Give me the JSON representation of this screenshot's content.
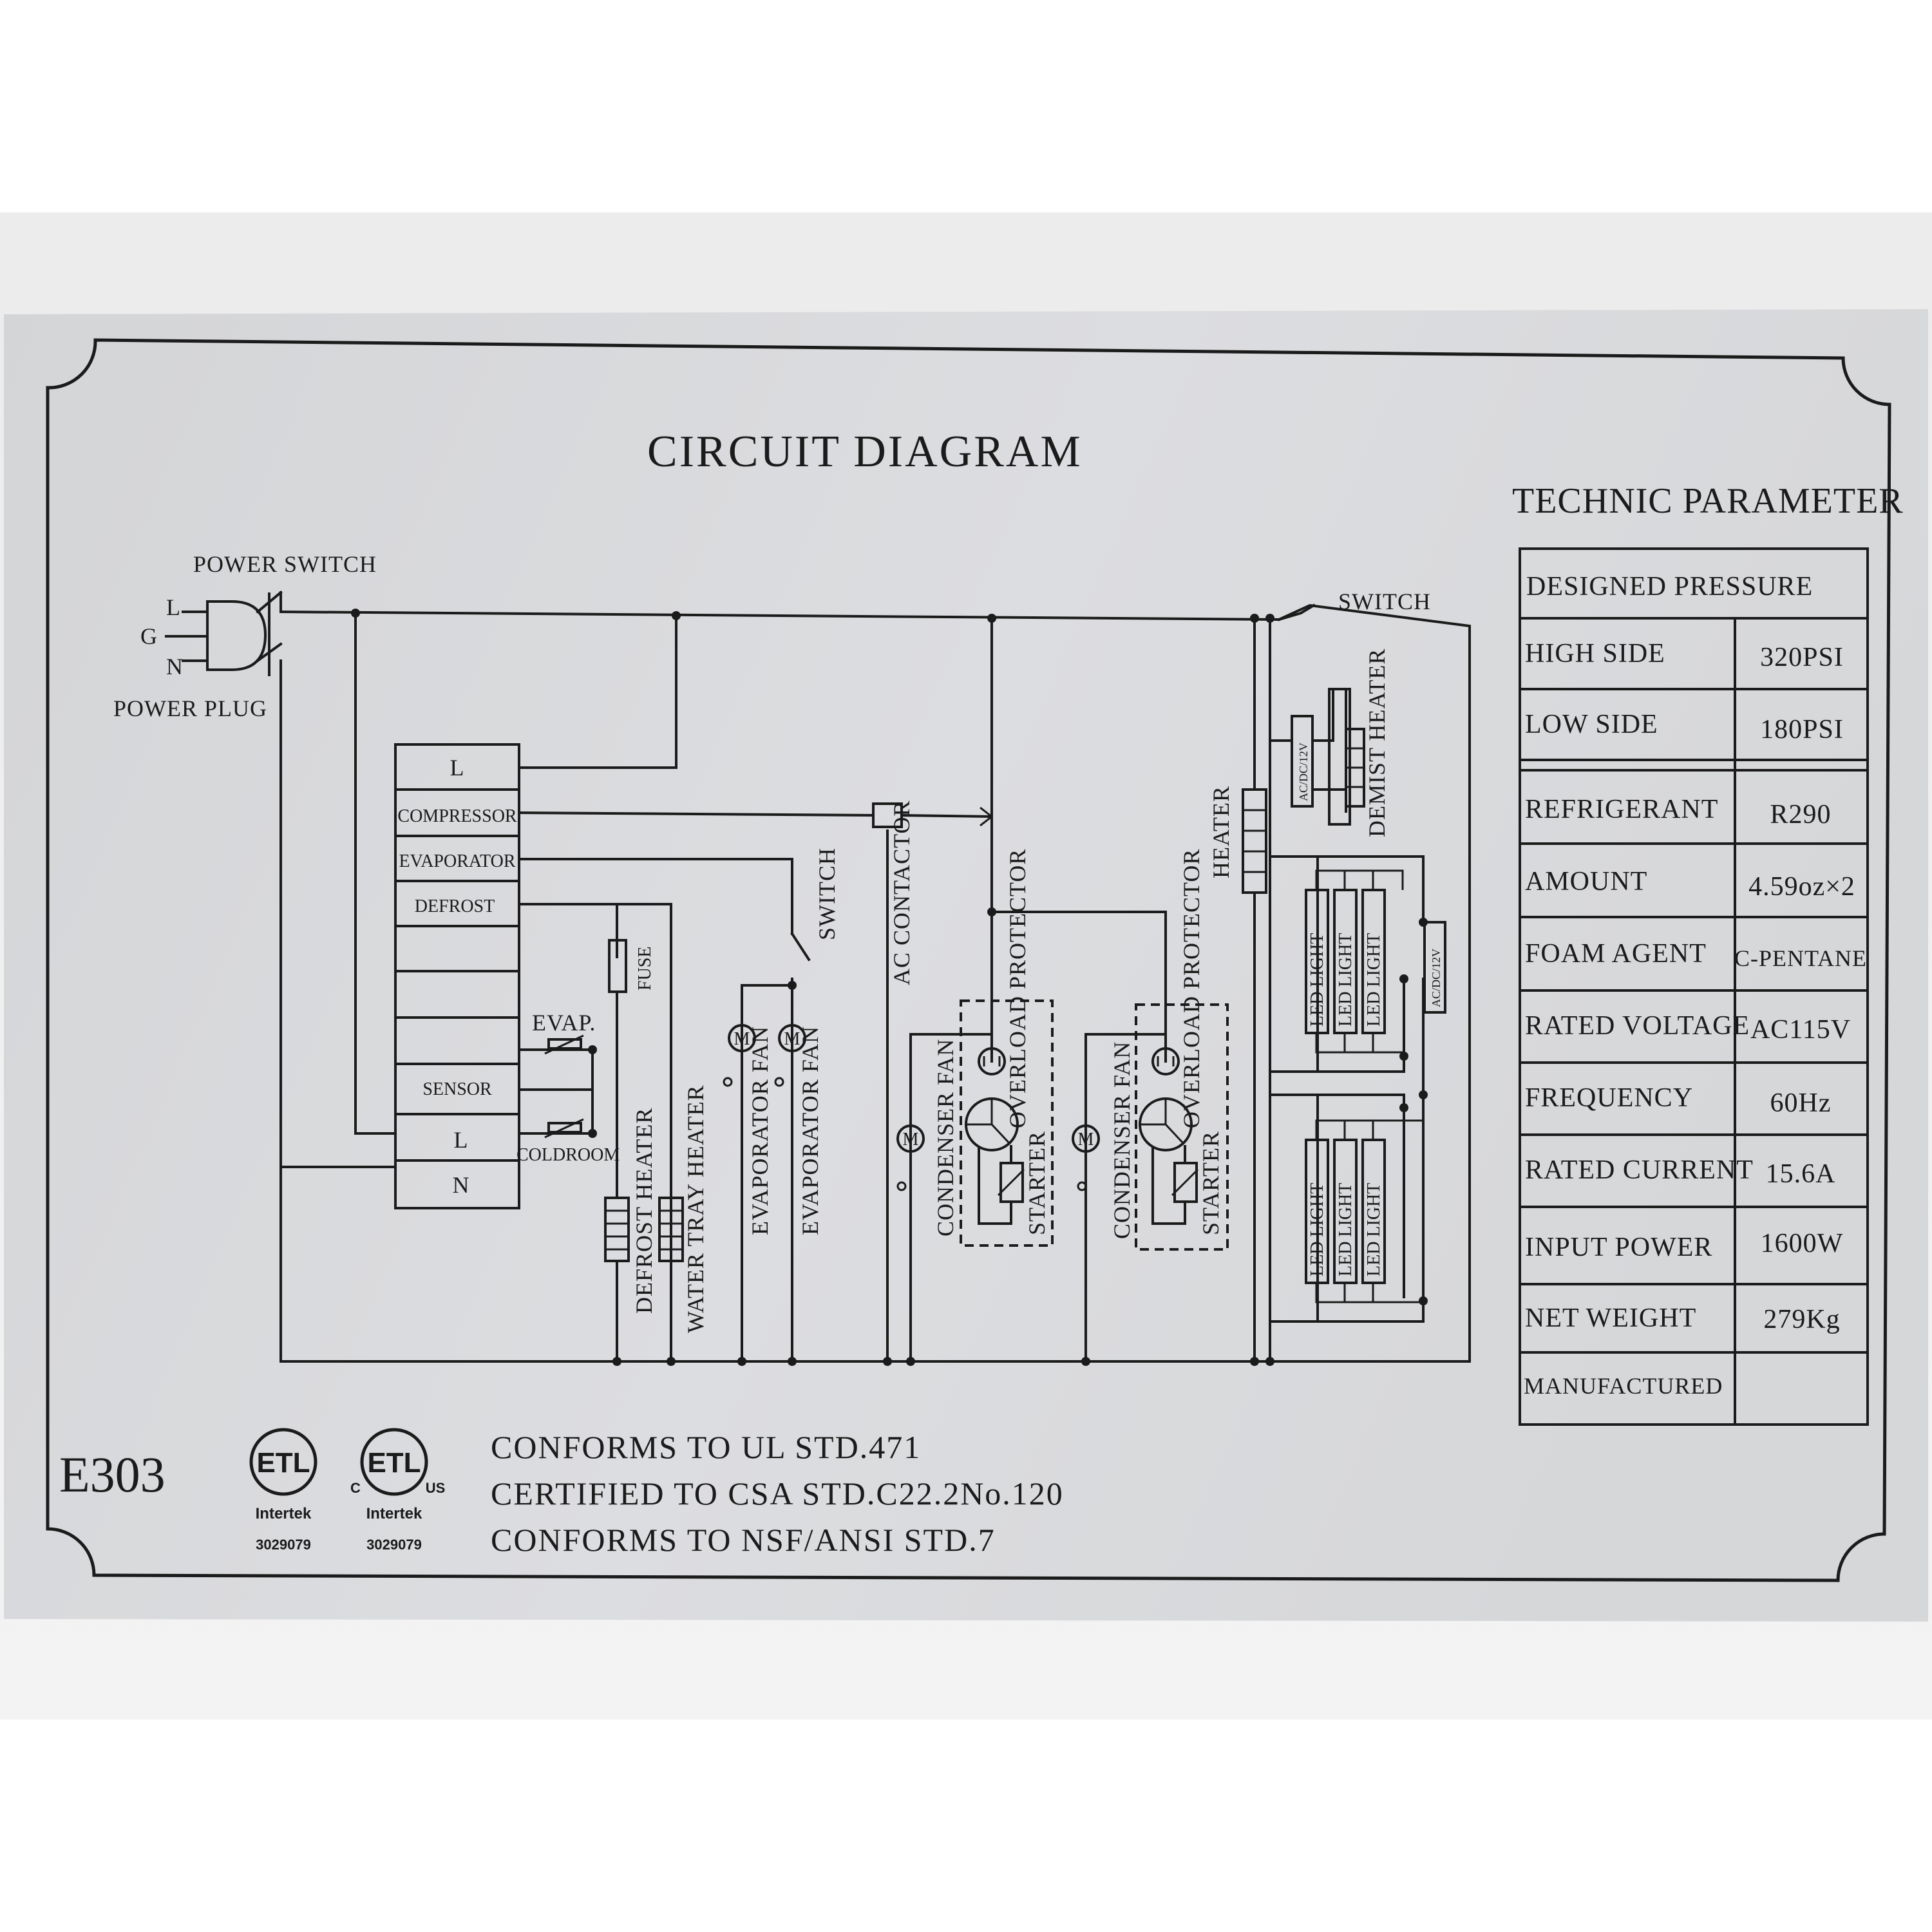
{
  "title": "CIRCUIT DIAGRAM",
  "model_code": "E303",
  "labels": {
    "power_switch": "POWER SWITCH",
    "power_plug": "POWER PLUG",
    "line": "L",
    "ground": "G",
    "neutral": "N",
    "switch_top": "SWITCH",
    "switch_evap": "SWITCH",
    "fuse": "FUSE",
    "ac_contactor": "AC CONTACTOR",
    "heater": "HEATER",
    "demist_heater": "DEMIST HEATER",
    "driver": "AC/DC/12V",
    "evap_sensor": "EVAP.",
    "coldroom_sensor": "COLDROOM",
    "defrost_heater": "DEFROST HEATER",
    "water_tray_heater": "WATER TRAY HEATER",
    "evaporator_fan": "EVAPORATOR FAN",
    "condenser_fan": "CONDENSER FAN",
    "overload_protector": "OVERLOAD PROTECTOR",
    "starter": "STARTER",
    "led_light": "LED LIGHT",
    "motor": "M"
  },
  "controller": {
    "rows": [
      "L",
      "COMPRESSOR",
      "EVAPORATOR",
      "DEFROST",
      "",
      "",
      "",
      "SENSOR",
      "L",
      "N"
    ]
  },
  "parameters": {
    "title": "TECHNIC PARAMETER",
    "rows": [
      {
        "label": "DESIGNED PRESSURE",
        "value": ""
      },
      {
        "label": "HIGH SIDE",
        "value": "320PSI"
      },
      {
        "label": "LOW SIDE",
        "value": "180PSI"
      },
      {
        "label": "REFRIGERANT",
        "value": "R290"
      },
      {
        "label": "AMOUNT",
        "value": "4.59oz×2"
      },
      {
        "label": "FOAM AGENT",
        "value": "C-PENTANE"
      },
      {
        "label": "RATED VOLTAGE",
        "value": "AC115V"
      },
      {
        "label": "FREQUENCY",
        "value": "60Hz"
      },
      {
        "label": "RATED CURRENT",
        "value": "15.6A"
      },
      {
        "label": "INPUT POWER",
        "value": "1600W"
      },
      {
        "label": "NET WEIGHT",
        "value": "279Kg"
      },
      {
        "label": "MANUFACTURED",
        "value": ""
      }
    ]
  },
  "certifications": {
    "lines": [
      "CONFORMS TO UL STD.471",
      "CERTIFIED TO CSA STD.C22.2No.120",
      "CONFORMS TO NSF/ANSI STD.7"
    ],
    "marks": [
      {
        "letters": "ETL",
        "company": "Intertek",
        "number": "3029079",
        "prefix": "",
        "suffix": ""
      },
      {
        "letters": "ETL",
        "company": "Intertek",
        "number": "3029079",
        "prefix": "C",
        "suffix": "US"
      }
    ]
  },
  "colors": {
    "plate": "#d9dadc",
    "ink": "#1b1b1b",
    "background": "#ffffff"
  }
}
